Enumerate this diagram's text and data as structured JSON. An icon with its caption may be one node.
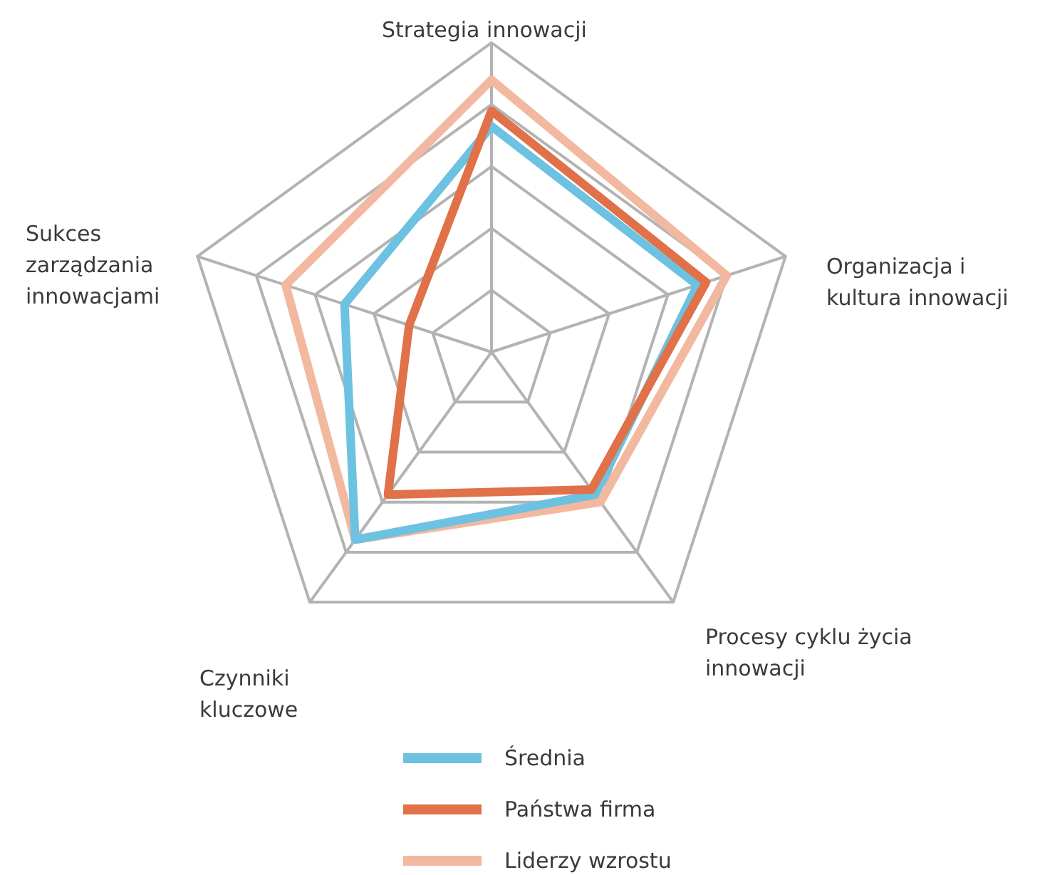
{
  "diagram": {
    "labels": [
      "Strategia innowacji",
      "Organizacja i kultura innowacji",
      "Procesy cyklu życia innowacji",
      "Czynniki kluczowe",
      "Sukces zarządzania innowacjami"
    ],
    "legend": [
      {
        "text": "Średnia"
      },
      {
        "text": "Państwa firma"
      },
      {
        "text": "Liderzy wzrostu"
      }
    ]
  }
}
